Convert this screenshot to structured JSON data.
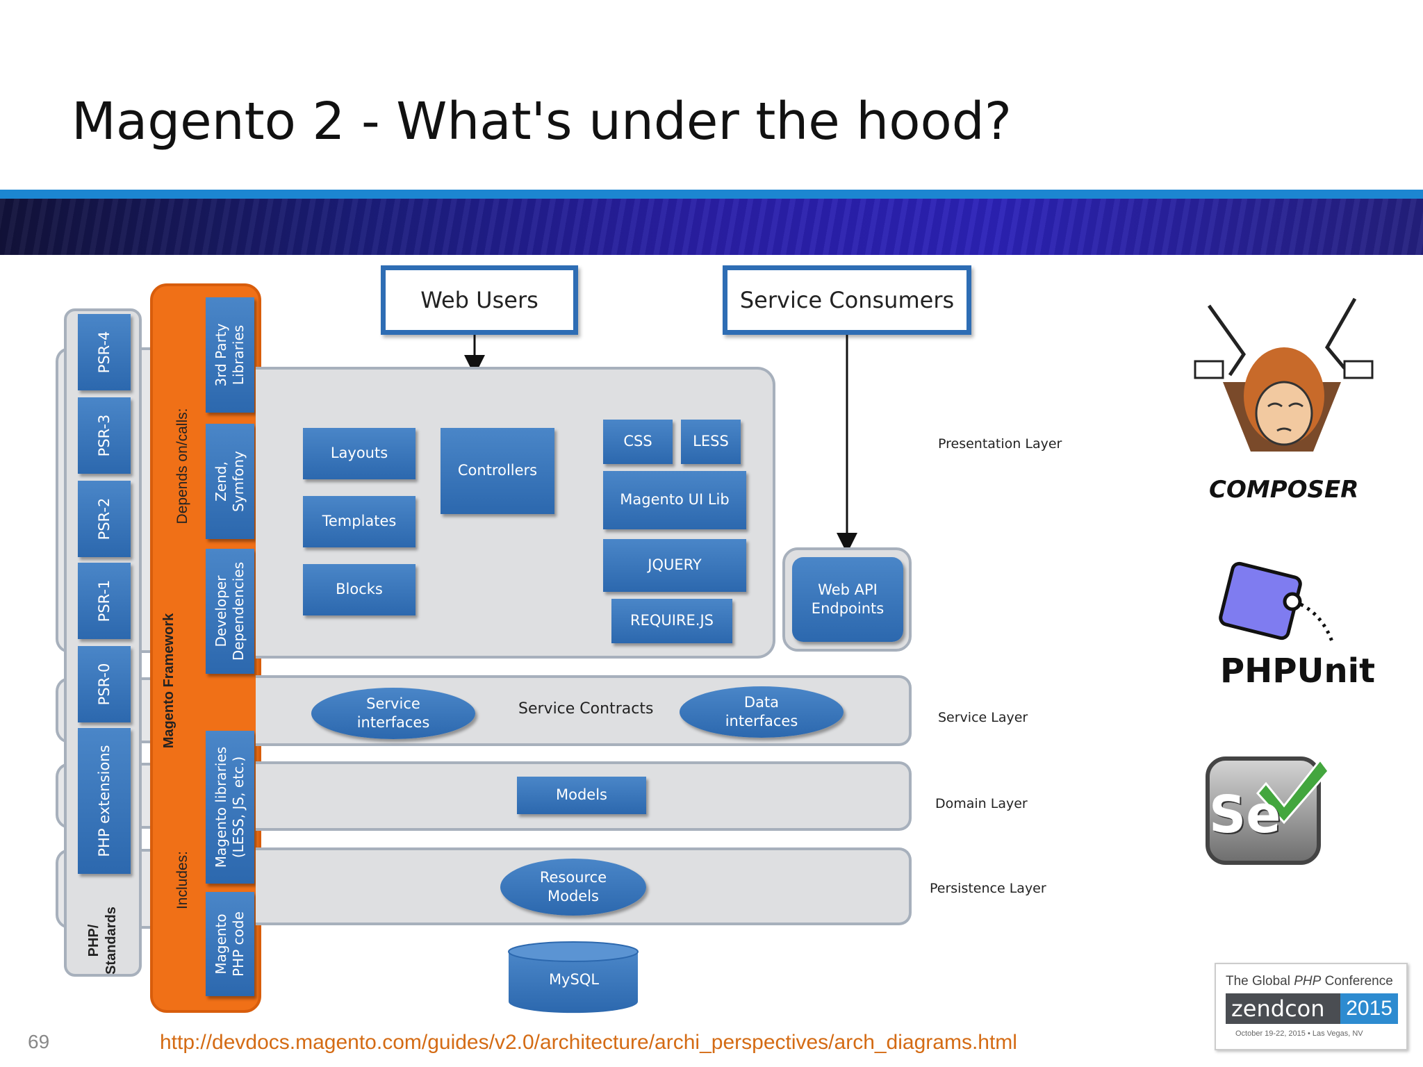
{
  "slide": {
    "title": "Magento 2 - What's under the hood?",
    "number": "69",
    "source_url": "http://devdocs.magento.com/guides/v2.0/architecture/archi_perspectives/arch_diagrams.html"
  },
  "diagram": {
    "actors": {
      "web_users": "Web Users",
      "service_consumers": "Service Consumers"
    },
    "php_standards": {
      "label": "PHP/\nStandards",
      "items": [
        "PSR-4",
        "PSR-3",
        "PSR-2",
        "PSR-1",
        "PSR-0",
        "PHP extensions"
      ]
    },
    "framework": {
      "label": "Magento Framework",
      "depends_label": "Depends on/calls:",
      "includes_label": "Includes:",
      "third_party": "3rd Party\nLibraries",
      "zend": "Zend,\nSymfony",
      "developer": "Developer\nDependencies",
      "libraries": "Magento libraries\n(LESS, JS, etc.)",
      "php_code": "Magento\nPHP code"
    },
    "presentation": {
      "layouts": "Layouts",
      "templates": "Templates",
      "blocks": "Blocks",
      "controllers": "Controllers",
      "css": "CSS",
      "less": "LESS",
      "ui_lib": "Magento UI Lib",
      "jquery": "JQUERY",
      "requirejs": "REQUIRE.JS",
      "web_api": "Web API\nEndpoints"
    },
    "service": {
      "service_interfaces": "Service\ninterfaces",
      "contracts": "Service Contracts",
      "data_interfaces": "Data\ninterfaces"
    },
    "domain": {
      "models": "Models"
    },
    "persistence": {
      "resource_models": "Resource\nModels"
    },
    "database": {
      "mysql": "MySQL"
    },
    "layers": {
      "presentation": "Presentation Layer",
      "service": "Service Layer",
      "domain": "Domain Layer",
      "persistence": "Persistence Layer"
    }
  },
  "logos": {
    "composer": "COMPOSER",
    "phpunit": "PHPUnit",
    "selenium": "Se",
    "zendcon": {
      "tagline_start": "The Global ",
      "tagline_php": "PHP",
      "tagline_end": " Conference",
      "name": "zendcon",
      "year": "2015",
      "date": "October 19-22, 2015 • Las Vegas, NV"
    }
  }
}
